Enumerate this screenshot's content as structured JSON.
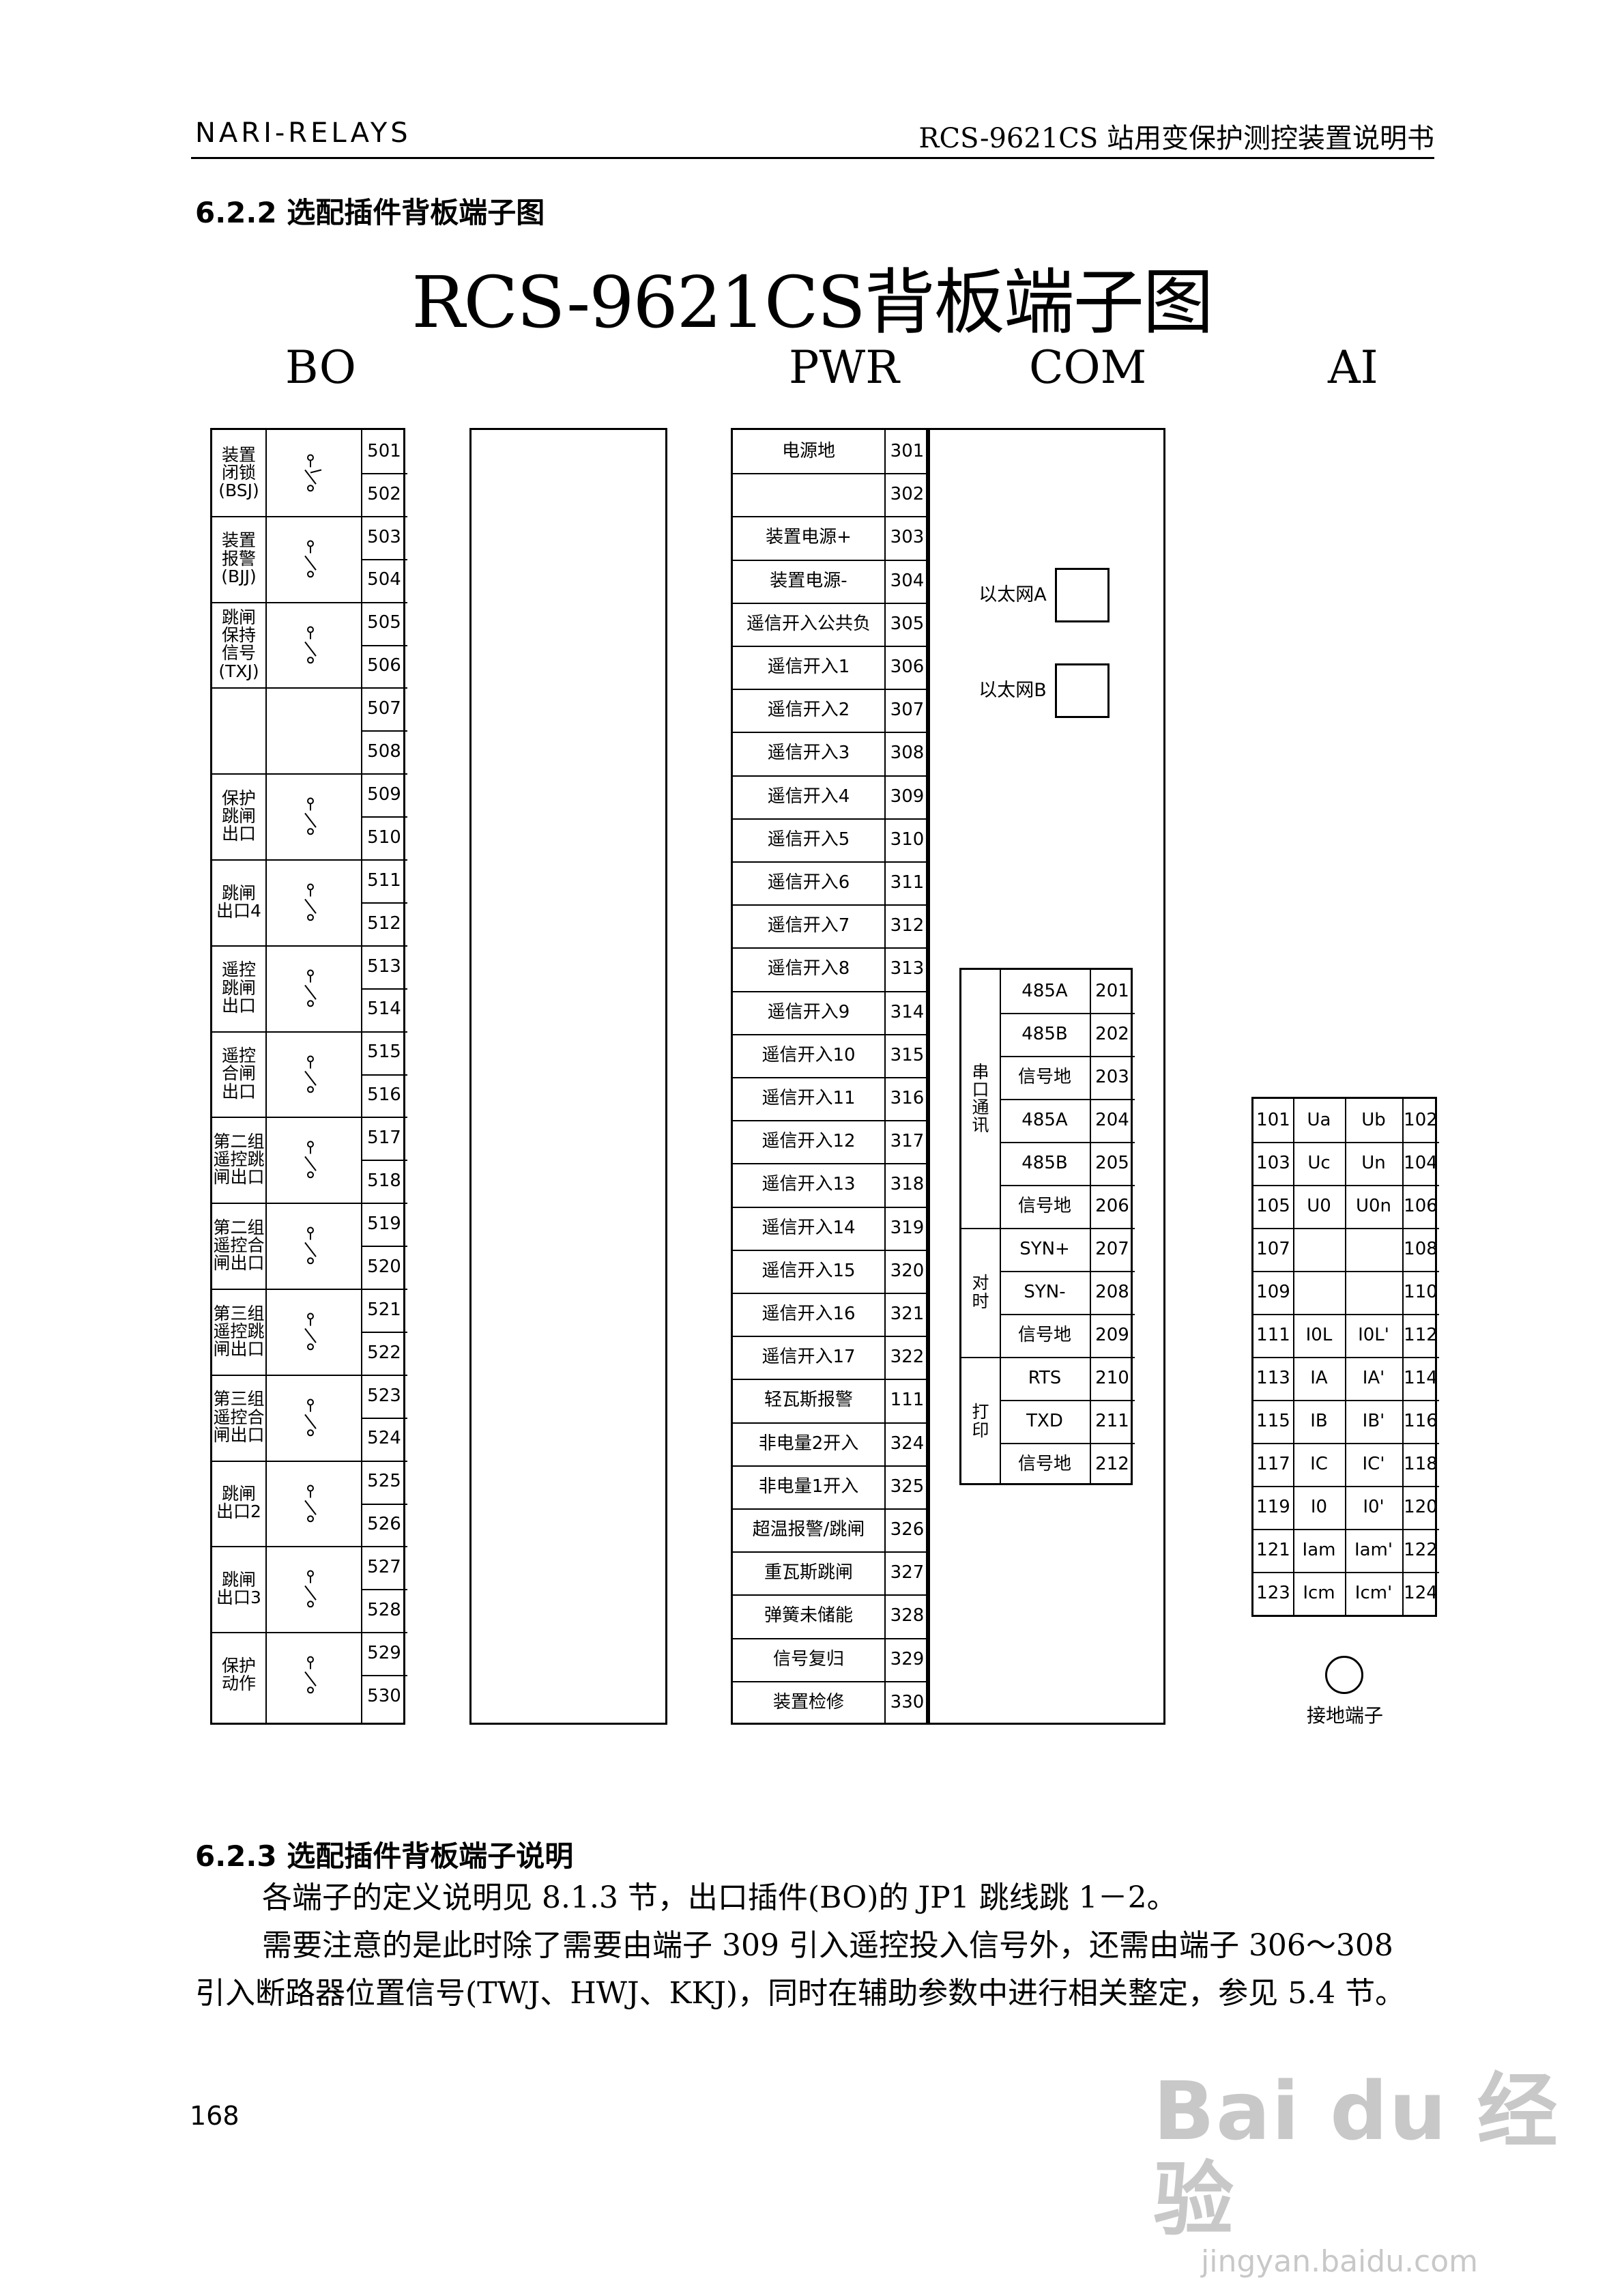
{
  "header": {
    "left": "NARI-RELAYS",
    "right": "RCS-9621CS 站用变保护测控装置说明书"
  },
  "section_622": "6.2.2 选配插件背板端子图",
  "diagram": {
    "title": "RCS-9621CS背板端子图",
    "columns": {
      "bo": "BO",
      "pwr": "PWR",
      "com": "COM",
      "ai": "AI"
    },
    "bo_groups": [
      {
        "label": "装置\n闭锁\n(BSJ)",
        "terminals": [
          "501",
          "502"
        ],
        "switch": "nc"
      },
      {
        "label": "装置\n报警\n(BJJ)",
        "terminals": [
          "503",
          "504"
        ],
        "switch": "no"
      },
      {
        "label": "跳闸\n保持\n信号\n(TXJ)",
        "terminals": [
          "505",
          "506"
        ],
        "switch": "no"
      },
      {
        "label": "",
        "terminals": [
          "507",
          "508"
        ],
        "switch": "none"
      },
      {
        "label": "保护\n跳闸\n出口",
        "terminals": [
          "509",
          "510"
        ],
        "switch": "no"
      },
      {
        "label": "跳闸\n出口4",
        "terminals": [
          "511",
          "512"
        ],
        "switch": "no"
      },
      {
        "label": "遥控\n跳闸\n出口",
        "terminals": [
          "513",
          "514"
        ],
        "switch": "no"
      },
      {
        "label": "遥控\n合闸\n出口",
        "terminals": [
          "515",
          "516"
        ],
        "switch": "no"
      },
      {
        "label": "第二组\n遥控跳\n闸出口",
        "terminals": [
          "517",
          "518"
        ],
        "switch": "no"
      },
      {
        "label": "第二组\n遥控合\n闸出口",
        "terminals": [
          "519",
          "520"
        ],
        "switch": "no"
      },
      {
        "label": "第三组\n遥控跳\n闸出口",
        "terminals": [
          "521",
          "522"
        ],
        "switch": "no"
      },
      {
        "label": "第三组\n遥控合\n闸出口",
        "terminals": [
          "523",
          "524"
        ],
        "switch": "no"
      },
      {
        "label": "跳闸\n出口2",
        "terminals": [
          "525",
          "526"
        ],
        "switch": "no"
      },
      {
        "label": "跳闸\n出口3",
        "terminals": [
          "527",
          "528"
        ],
        "switch": "no"
      },
      {
        "label": "保护\n动作",
        "terminals": [
          "529",
          "530"
        ],
        "switch": "no"
      }
    ],
    "pwr_rows": [
      {
        "label": "电源地",
        "num": "301"
      },
      {
        "label": "",
        "num": "302"
      },
      {
        "label": "装置电源+",
        "num": "303"
      },
      {
        "label": "装置电源-",
        "num": "304"
      },
      {
        "label": "遥信开入公共负",
        "num": "305"
      },
      {
        "label": "遥信开入1",
        "num": "306"
      },
      {
        "label": "遥信开入2",
        "num": "307"
      },
      {
        "label": "遥信开入3",
        "num": "308"
      },
      {
        "label": "遥信开入4",
        "num": "309"
      },
      {
        "label": "遥信开入5",
        "num": "310"
      },
      {
        "label": "遥信开入6",
        "num": "311"
      },
      {
        "label": "遥信开入7",
        "num": "312"
      },
      {
        "label": "遥信开入8",
        "num": "313"
      },
      {
        "label": "遥信开入9",
        "num": "314"
      },
      {
        "label": "遥信开入10",
        "num": "315"
      },
      {
        "label": "遥信开入11",
        "num": "316"
      },
      {
        "label": "遥信开入12",
        "num": "317"
      },
      {
        "label": "遥信开入13",
        "num": "318"
      },
      {
        "label": "遥信开入14",
        "num": "319"
      },
      {
        "label": "遥信开入15",
        "num": "320"
      },
      {
        "label": "遥信开入16",
        "num": "321"
      },
      {
        "label": "遥信开入17",
        "num": "322"
      },
      {
        "label": "轻瓦斯报警",
        "num": "111"
      },
      {
        "label": "非电量2开入",
        "num": "324"
      },
      {
        "label": "非电量1开入",
        "num": "325"
      },
      {
        "label": "超温报警/跳闸",
        "num": "326"
      },
      {
        "label": "重瓦斯跳闸",
        "num": "327"
      },
      {
        "label": "弹簧未储能",
        "num": "328"
      },
      {
        "label": "信号复归",
        "num": "329"
      },
      {
        "label": "装置检修",
        "num": "330"
      }
    ],
    "ethernet": [
      {
        "label": "以太网A"
      },
      {
        "label": "以太网B"
      }
    ],
    "com_groups": [
      {
        "label": "串\n口\n通\n讯",
        "rows": [
          {
            "signal": "485A",
            "num": "201"
          },
          {
            "signal": "485B",
            "num": "202"
          },
          {
            "signal": "信号地",
            "num": "203"
          },
          {
            "signal": "485A",
            "num": "204"
          },
          {
            "signal": "485B",
            "num": "205"
          },
          {
            "signal": "信号地",
            "num": "206"
          }
        ]
      },
      {
        "label": "对\n时",
        "rows": [
          {
            "signal": "SYN+",
            "num": "207"
          },
          {
            "signal": "SYN-",
            "num": "208"
          },
          {
            "signal": "信号地",
            "num": "209"
          }
        ]
      },
      {
        "label": "打\n印",
        "rows": [
          {
            "signal": "RTS",
            "num": "210"
          },
          {
            "signal": "TXD",
            "num": "211"
          },
          {
            "signal": "信号地",
            "num": "212"
          }
        ]
      }
    ],
    "ai_rows": [
      {
        "n1": "101",
        "s1": "Ua",
        "s2": "Ub",
        "n2": "102"
      },
      {
        "n1": "103",
        "s1": "Uc",
        "s2": "Un",
        "n2": "104"
      },
      {
        "n1": "105",
        "s1": "U0",
        "s2": "U0n",
        "n2": "106"
      },
      {
        "n1": "107",
        "s1": "",
        "s2": "",
        "n2": "108"
      },
      {
        "n1": "109",
        "s1": "",
        "s2": "",
        "n2": "110"
      },
      {
        "n1": "111",
        "s1": "I0L",
        "s2": "I0L'",
        "n2": "112"
      },
      {
        "n1": "113",
        "s1": "IA",
        "s2": "IA'",
        "n2": "114"
      },
      {
        "n1": "115",
        "s1": "IB",
        "s2": "IB'",
        "n2": "116"
      },
      {
        "n1": "117",
        "s1": "IC",
        "s2": "IC'",
        "n2": "118"
      },
      {
        "n1": "119",
        "s1": "I0",
        "s2": "I0'",
        "n2": "120"
      },
      {
        "n1": "121",
        "s1": "Iam",
        "s2": "Iam'",
        "n2": "122"
      },
      {
        "n1": "123",
        "s1": "Icm",
        "s2": "Icm'",
        "n2": "124"
      }
    ],
    "ground_label": "接地端子"
  },
  "section_623": "6.2.3 选配插件背板端子说明",
  "paragraph_lines": [
    "各端子的定义说明见 8.1.3 节，出口插件(BO)的 JP1 跳线跳 1－2。",
    "需要注意的是此时除了需要由端子 309 引入遥控投入信号外，还需由端子 306～308",
    "引入断路器位置信号(TWJ、HWJ、KKJ)，同时在辅助参数中进行相关整定，参见 5.4 节。"
  ],
  "page_number": "168",
  "watermark": {
    "logo": "Bai du 经验",
    "url": "jingyan.baidu.com"
  }
}
